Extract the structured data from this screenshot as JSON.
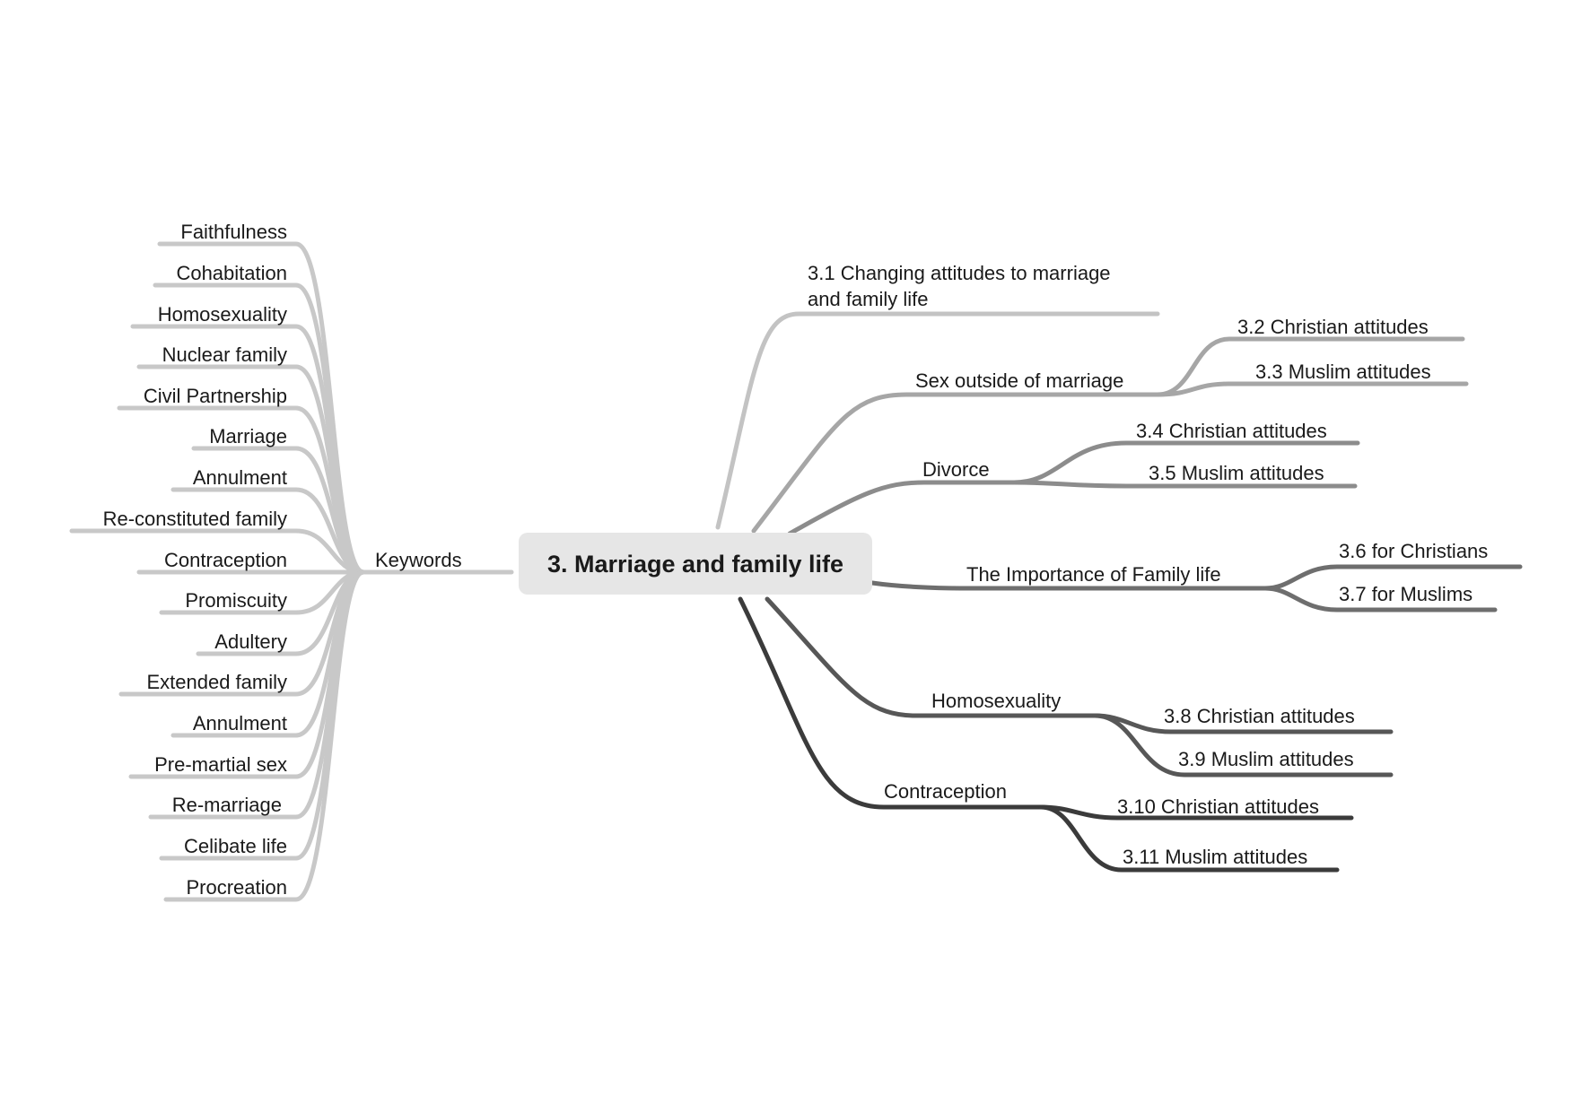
{
  "central": {
    "title": "3. Marriage and family life"
  },
  "keywords": {
    "label": "Keywords",
    "items": [
      "Faithfulness",
      "Cohabitation",
      "Homosexuality",
      "Nuclear family",
      "Civil Partnership",
      "Marriage",
      "Annulment",
      "Re-constituted family",
      "Contraception",
      "Promiscuity",
      "Adultery",
      "Extended family",
      "Annulment",
      "Pre-martial sex",
      "Re-marriage",
      "Celibate life",
      "Procreation"
    ]
  },
  "topics": {
    "t1": {
      "line1": "3.1 Changing attitudes to marriage",
      "line2": "and family life"
    },
    "t2": {
      "label": "Sex outside of marriage",
      "children": [
        "3.2 Christian attitudes",
        "3.3 Muslim attitudes"
      ]
    },
    "t3": {
      "label": "Divorce",
      "children": [
        "3.4 Christian attitudes",
        "3.5 Muslim attitudes"
      ]
    },
    "t4": {
      "label": "The Importance of Family life",
      "children": [
        "3.6 for Christians",
        "3.7 for Muslims"
      ]
    },
    "t5": {
      "label": "Homosexuality",
      "children": [
        "3.8 Christian attitudes",
        "3.9 Muslim attitudes"
      ]
    },
    "t6": {
      "label": "Contraception",
      "children": [
        "3.10 Christian attitudes",
        "3.11 Muslim attitudes"
      ]
    }
  },
  "colors": {
    "background": "#ffffff",
    "central_fill": "#e6e6e6",
    "text": "#1a1a1a",
    "keywords_branch": "#c8c8c8",
    "t1_branch": "#c3c3c3",
    "t2_branch": "#a6a6a6",
    "t3_branch": "#8c8c8c",
    "t4_branch": "#6e6e6e",
    "t5_branch": "#575757",
    "t6_branch": "#3b3b3b"
  }
}
